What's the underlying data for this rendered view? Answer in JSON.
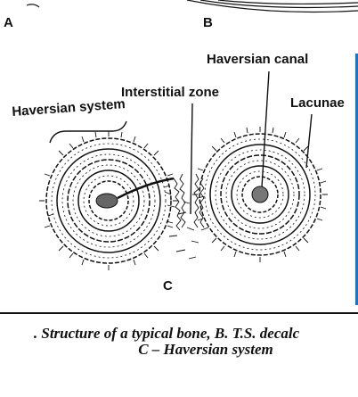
{
  "panels": {
    "a_letter": "A",
    "b_letter": "B",
    "c_letter": "C"
  },
  "labels": {
    "haversian_canal": "Haversian canal",
    "interstitial_zone": "Interstitial zone",
    "haversian_system": "Haversian system",
    "lacunae": "Lacunae"
  },
  "caption": {
    "line1": ". Structure of a typical bone,  B.  T.S. decalc",
    "line2": "C – Haversian system"
  },
  "colors": {
    "ink": "#111111",
    "paper": "#ffffff",
    "edge_rule": "#1a73c8"
  }
}
